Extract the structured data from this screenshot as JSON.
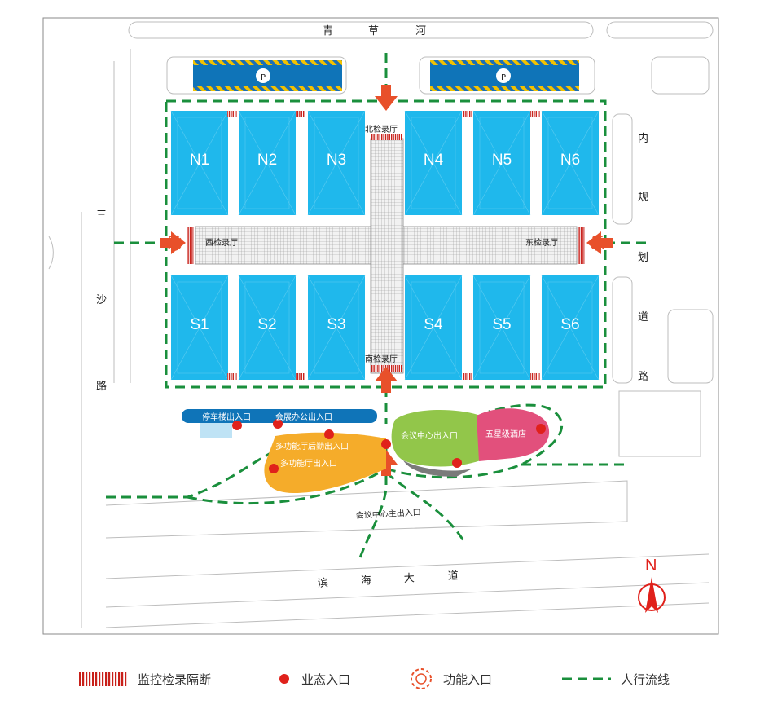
{
  "roads": {
    "top": [
      "青",
      "草",
      "河"
    ],
    "left": [
      "三",
      "沙",
      "路"
    ],
    "right": [
      "内",
      "规",
      "划",
      "道",
      "路"
    ],
    "bottom": [
      "滨",
      "海",
      "大",
      "道"
    ]
  },
  "halls": {
    "north": [
      "N1",
      "N2",
      "N3",
      "N4",
      "N5",
      "N6"
    ],
    "south": [
      "S1",
      "S2",
      "S3",
      "S4",
      "S5",
      "S6"
    ]
  },
  "checkpoints": {
    "north": "北检录厅",
    "south": "南检录厅",
    "west": "西检录厅",
    "east": "东检录厅"
  },
  "parking_icon": "parking-icon",
  "zones": {
    "parking_exit": "停车楼出入口",
    "office_entrance": "会展办公出入口",
    "multi_back_entrance": "多功能厅后勤出入口",
    "multi_entrance": "多功能厅出入口",
    "conference_exit": "会议中心出入口",
    "hotel": "五星级酒店",
    "conference_main": "会议中心主出入口"
  },
  "compass": {
    "letter": "N"
  },
  "legend": [
    {
      "icon": "checkpoint-barrier-icon",
      "label": "监控检录隔断"
    },
    {
      "icon": "business-entrance-dot-icon",
      "label": "业态入口"
    },
    {
      "icon": "function-entrance-icon",
      "label": "功能入口"
    },
    {
      "icon": "pedestrian-route-icon",
      "label": "人行流线"
    }
  ],
  "colors": {
    "hall": "#1fb8ec",
    "route": "#1a8f3c",
    "dot": "#e0211b",
    "arrow": "#e8502a",
    "conference": "#92c64a",
    "hotel": "#e2507c",
    "multi": "#f5ac2a",
    "parking_blue": "#0f74b8",
    "parking_yellow": "#f2c200"
  }
}
